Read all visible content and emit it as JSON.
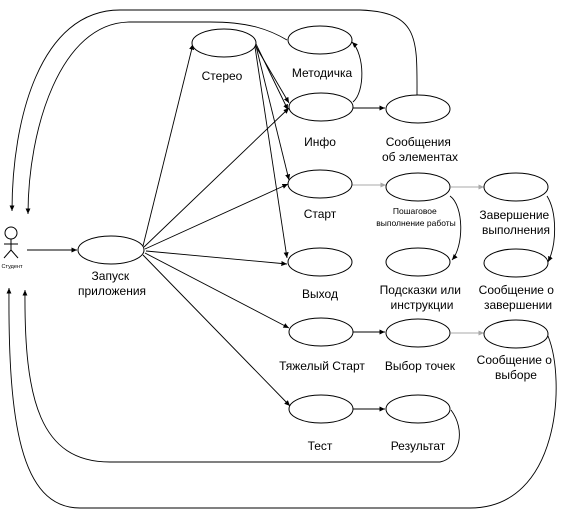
{
  "actor": {
    "label": "Студент"
  },
  "use_cases": {
    "launch": "Запуск приложения",
    "stereo": "Стерео",
    "manual": "Методичка",
    "info": "Инфо",
    "element_messages": "Сообщения об элементах",
    "start": "Старт",
    "step_by_step": "Пошаговое выполнение работы",
    "finish": "Завершение выполнения",
    "exit": "Выход",
    "hints": "Подсказки или инструкции",
    "finish_message": "Сообщение о завершении",
    "hard_start": "Тяжелый Старт",
    "point_choice": "Выбор точек",
    "choice_message": "Сообщение о выборе",
    "test": "Тест",
    "result": "Результат"
  }
}
